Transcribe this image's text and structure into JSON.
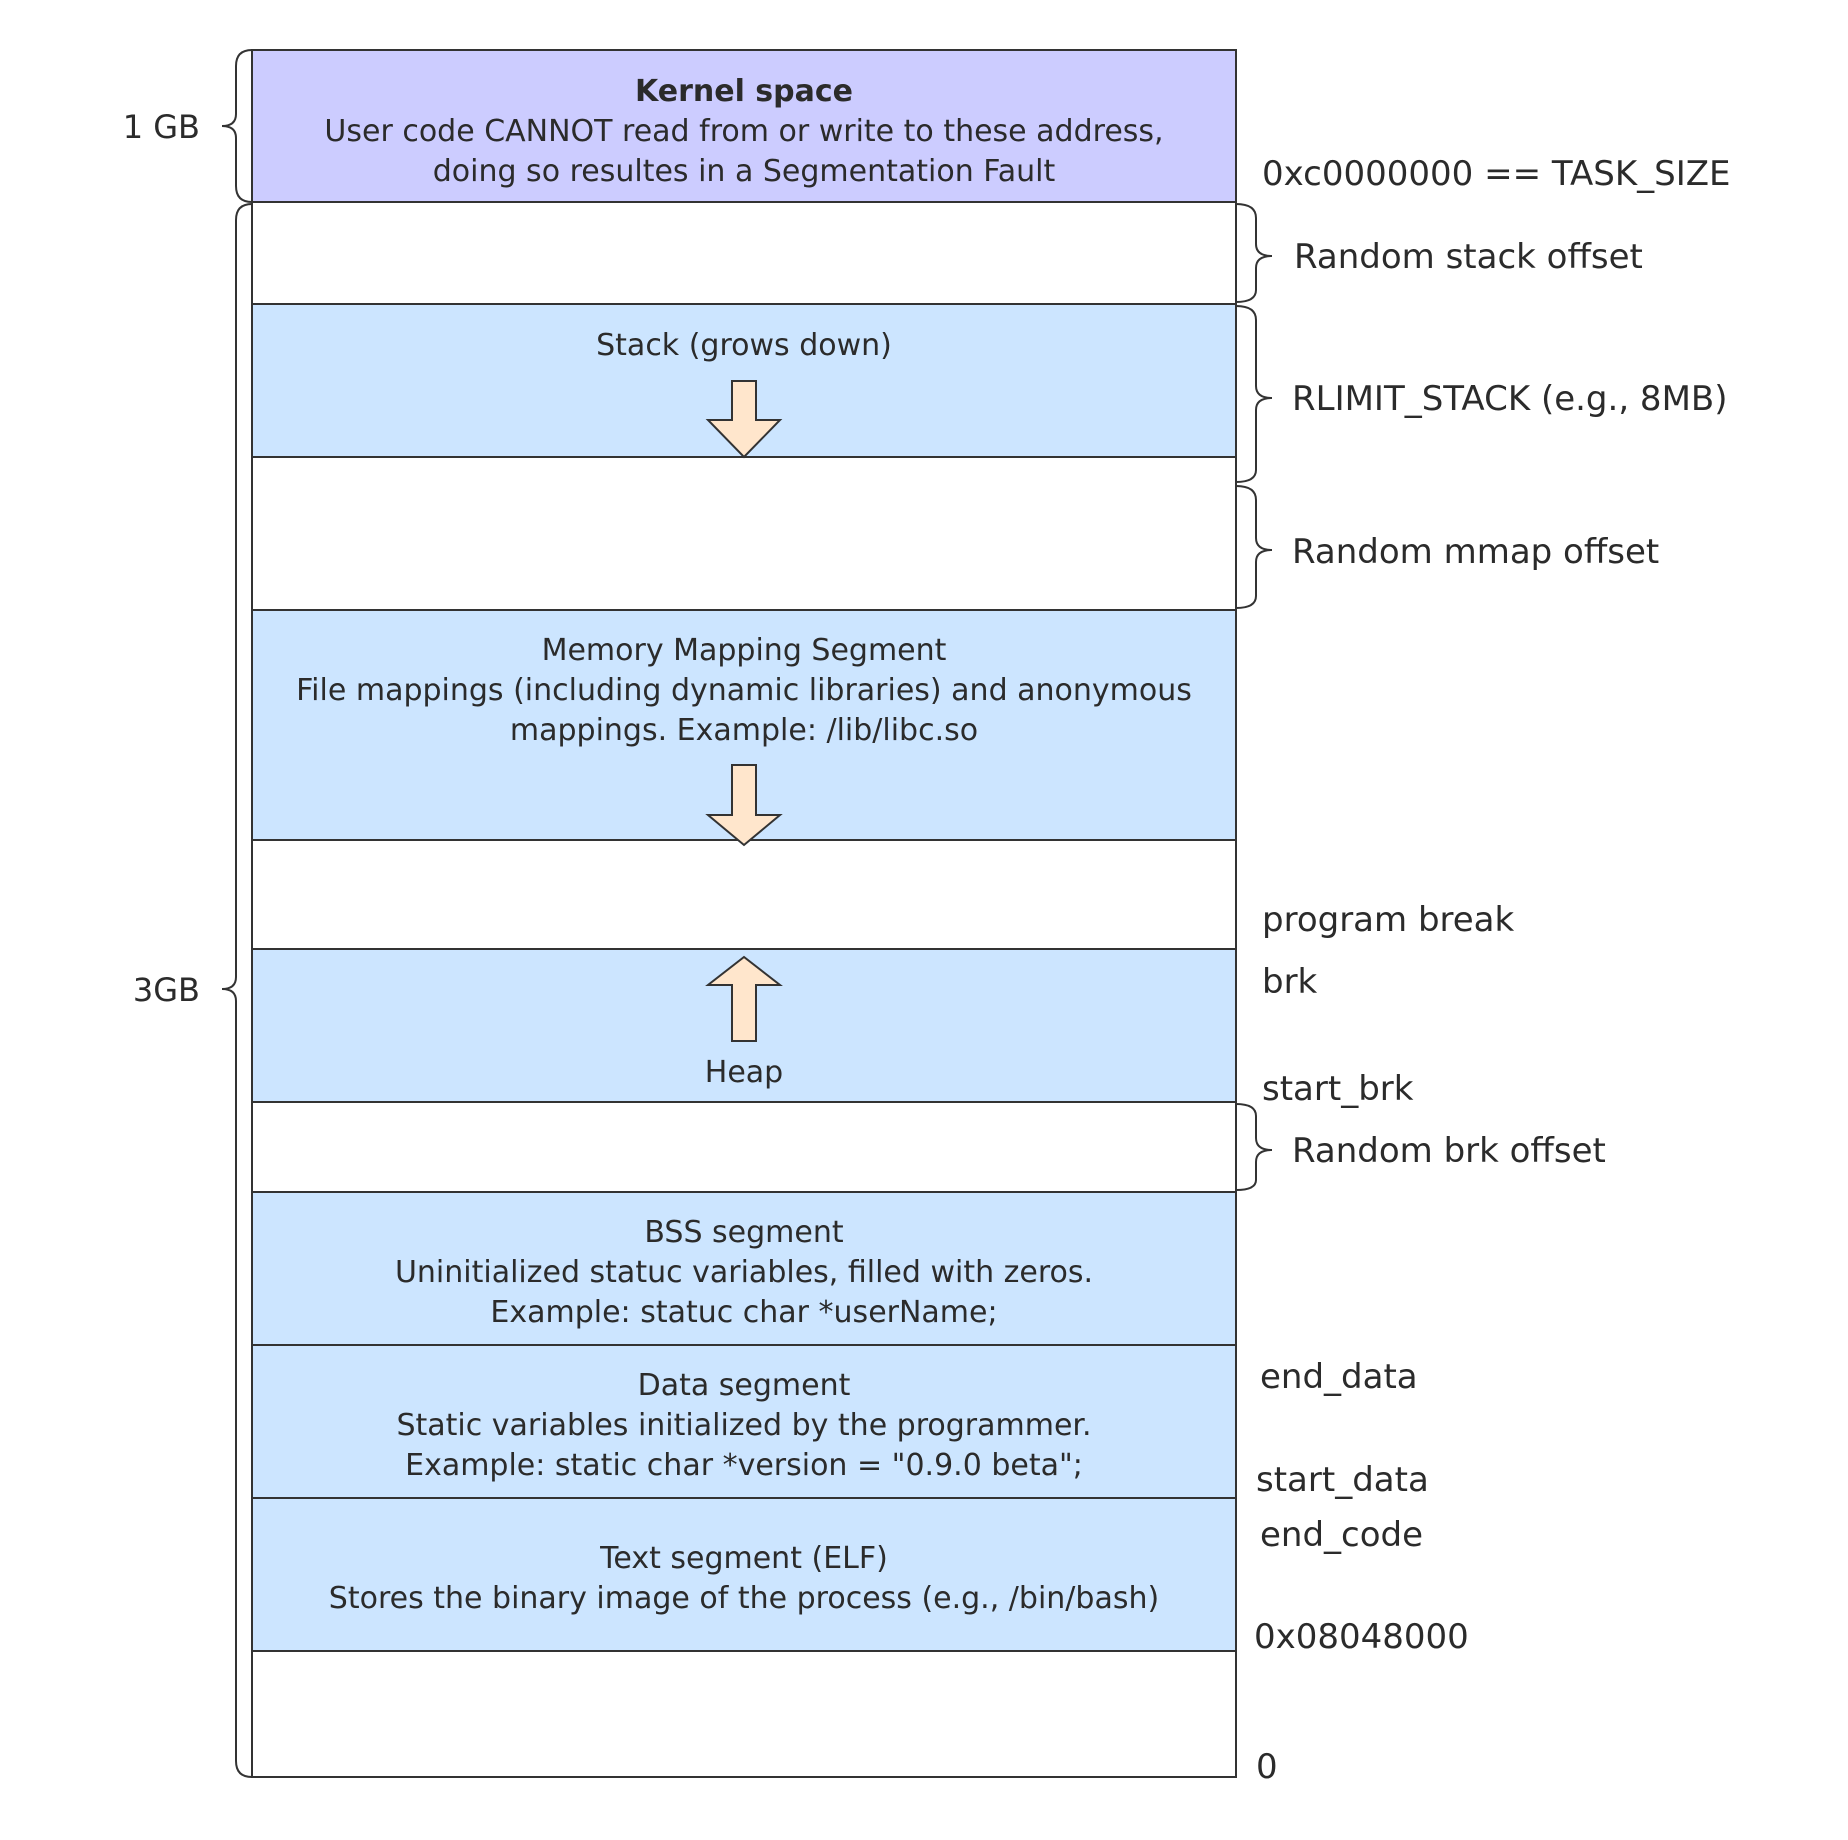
{
  "colors": {
    "kernel_fill": "#ccccff",
    "segment_fill": "#cce5ff",
    "empty_fill": "#ffffff",
    "arrow_fill": "#ffe6cc",
    "stroke": "#333333"
  },
  "size_labels": {
    "kernel": "1 GB",
    "user": "3GB"
  },
  "segments": {
    "kernel": {
      "title": "Kernel space",
      "line1": "User code CANNOT read from or write to these address,",
      "line2": "doing so resultes in a Segmentation Fault"
    },
    "stack": {
      "title": "Stack (grows down)"
    },
    "mmap": {
      "title": "Memory Mapping Segment",
      "line1": "File mappings (including dynamic libraries) and anonymous",
      "line2": "mappings. Example: /lib/libc.so"
    },
    "heap": {
      "title": "Heap"
    },
    "bss": {
      "title": "BSS segment",
      "line1": "Uninitialized statuc variables, filled with zeros.",
      "line2": "Example: statuc char *userName;"
    },
    "data": {
      "title": "Data segment",
      "line1": "Static variables initialized by the programmer.",
      "line2": "Example: static char *version = \"0.9.0 beta\";"
    },
    "text": {
      "title": "Text segment (ELF)",
      "line1": "Stores the binary image of the process (e.g., /bin/bash)"
    }
  },
  "brace_labels": {
    "random_stack_offset": "Random stack offset",
    "rlimit_stack": "RLIMIT_STACK (e.g., 8MB)",
    "random_mmap_offset": "Random mmap offset",
    "random_brk_offset": "Random brk offset"
  },
  "addresses": {
    "task_size": "0xc0000000 == TASK_SIZE",
    "program_break": "program break",
    "brk": "brk",
    "start_brk": "start_brk",
    "end_data": "end_data",
    "start_data": "start_data",
    "end_code": "end_code",
    "text_start": "0x08048000",
    "zero": "0"
  }
}
